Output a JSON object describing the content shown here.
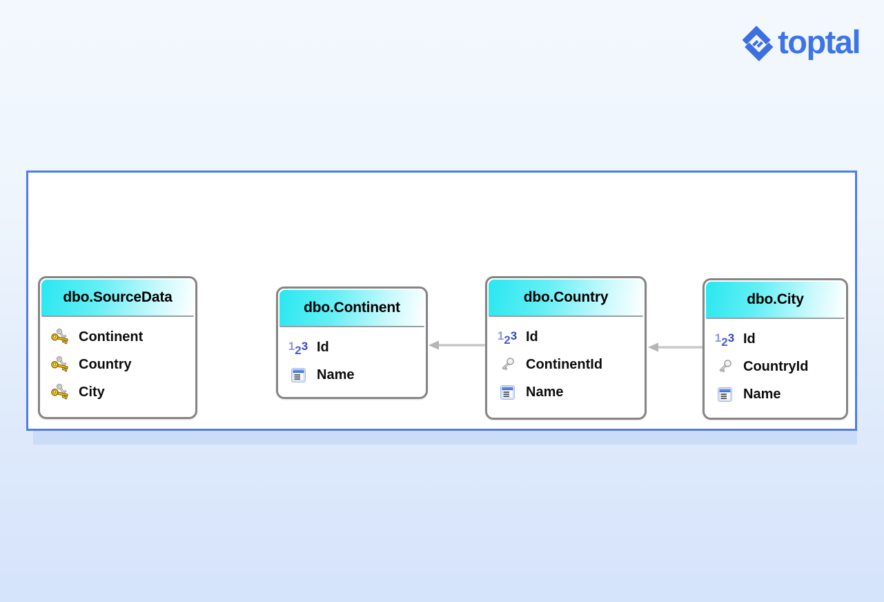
{
  "brand": {
    "name": "toptal",
    "color": "#3e74e8"
  },
  "diagram": {
    "tables": [
      {
        "title": "dbo.SourceData",
        "columns": [
          {
            "icon": "key-gold",
            "label": "Continent"
          },
          {
            "icon": "key-gold",
            "label": "Country"
          },
          {
            "icon": "key-gold",
            "label": "City"
          }
        ]
      },
      {
        "title": "dbo.Continent",
        "columns": [
          {
            "icon": "number-123",
            "label": "Id"
          },
          {
            "icon": "text-field",
            "label": "Name"
          }
        ]
      },
      {
        "title": "dbo.Country",
        "columns": [
          {
            "icon": "number-123",
            "label": "Id"
          },
          {
            "icon": "key-silver",
            "label": "ContinentId"
          },
          {
            "icon": "text-field",
            "label": "Name"
          }
        ]
      },
      {
        "title": "dbo.City",
        "columns": [
          {
            "icon": "number-123",
            "label": "Id"
          },
          {
            "icon": "key-silver",
            "label": "CountryId"
          },
          {
            "icon": "text-field",
            "label": "Name"
          }
        ]
      }
    ],
    "relations": [
      {
        "from": "dbo.Country",
        "to": "dbo.Continent"
      },
      {
        "from": "dbo.City",
        "to": "dbo.Country"
      }
    ],
    "colors": {
      "container_border": "#4d7cf2",
      "container_shadow": "#cbdcf8",
      "table_border": "#858585",
      "header_gradient_left": "#2ae7f0",
      "header_gradient_right": "#ffffff",
      "arrow": "#c0c0c0",
      "key_gold": "#f5c61d",
      "key_silver": "#e3e3e3",
      "icon_blue": "#3a55c8"
    }
  }
}
